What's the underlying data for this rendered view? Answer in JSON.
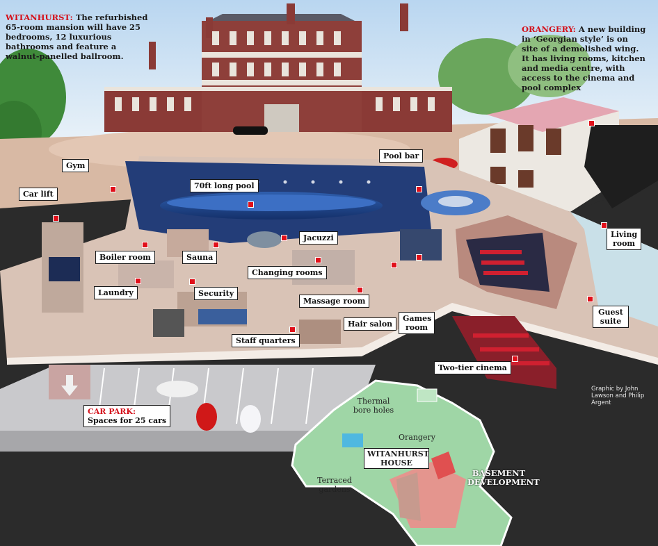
{
  "notes": {
    "witanhurst": {
      "heading": "WITANHURST:",
      "text": " The refurbished 65-room mansion will have 25 bedrooms, 12 luxurious bathrooms and feature a walnut-panelled ballroom."
    },
    "orangery": {
      "heading": "ORANGERY:",
      "text": " A new building in ‘Georgian style’ is on site of a demolished wing. It has living rooms, kitchen and media centre, with access to the cinema and pool complex"
    }
  },
  "labels": {
    "gym": "Gym",
    "pool_bar": "Pool bar",
    "car_lift": "Car lift",
    "pool": "70ft long pool",
    "living_room": "Living room",
    "jacuzzi": "Jacuzzi",
    "boiler_room": "Boiler room",
    "sauna": "Sauna",
    "changing_rooms": "Changing rooms",
    "laundry": "Laundry",
    "security": "Security",
    "massage_room": "Massage room",
    "guest_suite": "Guest suite",
    "games_room": "Games room",
    "hair_salon": "Hair salon",
    "staff_quarters": "Staff quarters",
    "cinema": "Two-tier cinema"
  },
  "car_park": {
    "heading": "CAR PARK:",
    "text": "Spaces for 25 cars"
  },
  "map": {
    "thermal": "Thermal bore holes",
    "orangery": "Orangery",
    "house": "WITANHURST HOUSE",
    "basement": "BASEMENT DEVELOPMENT",
    "gardens": "Terraced gardens"
  },
  "credit": "Graphic by John Lawson and Philip Argent",
  "colors": {
    "accent_red": "#d4101a",
    "map_green": "#9fd6a6",
    "sky": "#cfe3f4",
    "brick": "#8a3a36",
    "water": "#1e3f80"
  }
}
